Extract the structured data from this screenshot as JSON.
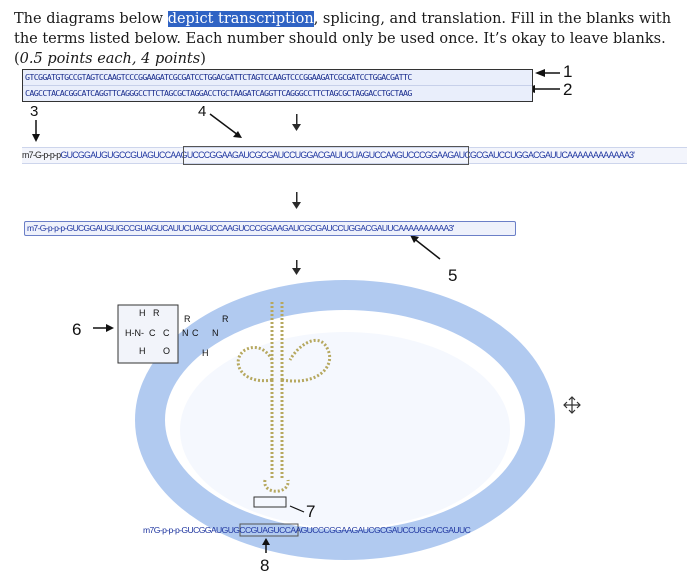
{
  "instructions": {
    "part1": "The diagrams below ",
    "highlight": "depict transcription",
    "part2": ", splicing, and translation. Fill in the blanks with the terms listed below. Each number should only be used once. It’s okay to leave blanks. (",
    "points": "0.5 points each, 4 points",
    "part3": ")"
  },
  "dna": {
    "top_strand": "GTCGGATGTGCCGTAGTCCAAGTCCCGGAAGATCGCGATCCTGGACGATTCTAGTCCAAGTCCCGGAAGATCGCGATCCTGGACGATTC",
    "bottom_strand": "CAGCCTACACGGCATCAGGTTCAGGGCCTTCTAGCGCTAGGACCTGCTAAGATCAGGTTCAGGGCCTTCTAGCGCTAGGACCTGCTAAG"
  },
  "pre_mrna": {
    "cap": "m7-G-p-p-p",
    "seq_a": "GUCGGAUGUGCCGUAGUC",
    "seq_exon": "CAAGUCCCGGAAGAUCGCGAUCCUGGACG",
    "seq_b": "AUUCUAGUCCAAGUCCCGGAAGAUCGCGAUCCUGGACGAUUCAAAAAAAAAAAA3'"
  },
  "mature_mrna": {
    "text": "m7-G-p-p-p-GUCGGAUGUGCCGUAGUCAUUCUAGUCCAAGUCCCGGAAGAUCGCGAUCCUGGACGAUUCAAAAAAAAAA3'"
  },
  "ribosome_mrna": {
    "text": "m7G-p-p-p-GUCGGAUGUGCCGUAGUCCAAGUCCCGGAAGAUCGCGAUCCUGGACGAUUC"
  },
  "amino_acid": {
    "h1": "H",
    "r1": "R",
    "r2": "R",
    "r3": "R",
    "hn": "H-N-",
    "c1": "C",
    "c2": "C",
    "c3": "C",
    "n2": "N",
    "n3": "N",
    "o": "O",
    "h2": "H",
    "h3": "H"
  },
  "labels": {
    "n1": "1",
    "n2": "2",
    "n3": "3",
    "n4": "4",
    "n5": "5",
    "n6": "6",
    "n7": "7",
    "n8": "8"
  },
  "colors": {
    "ribosome": "#a8c4ee",
    "trna": "#b6a85f",
    "sequence": "#1f36a0"
  }
}
